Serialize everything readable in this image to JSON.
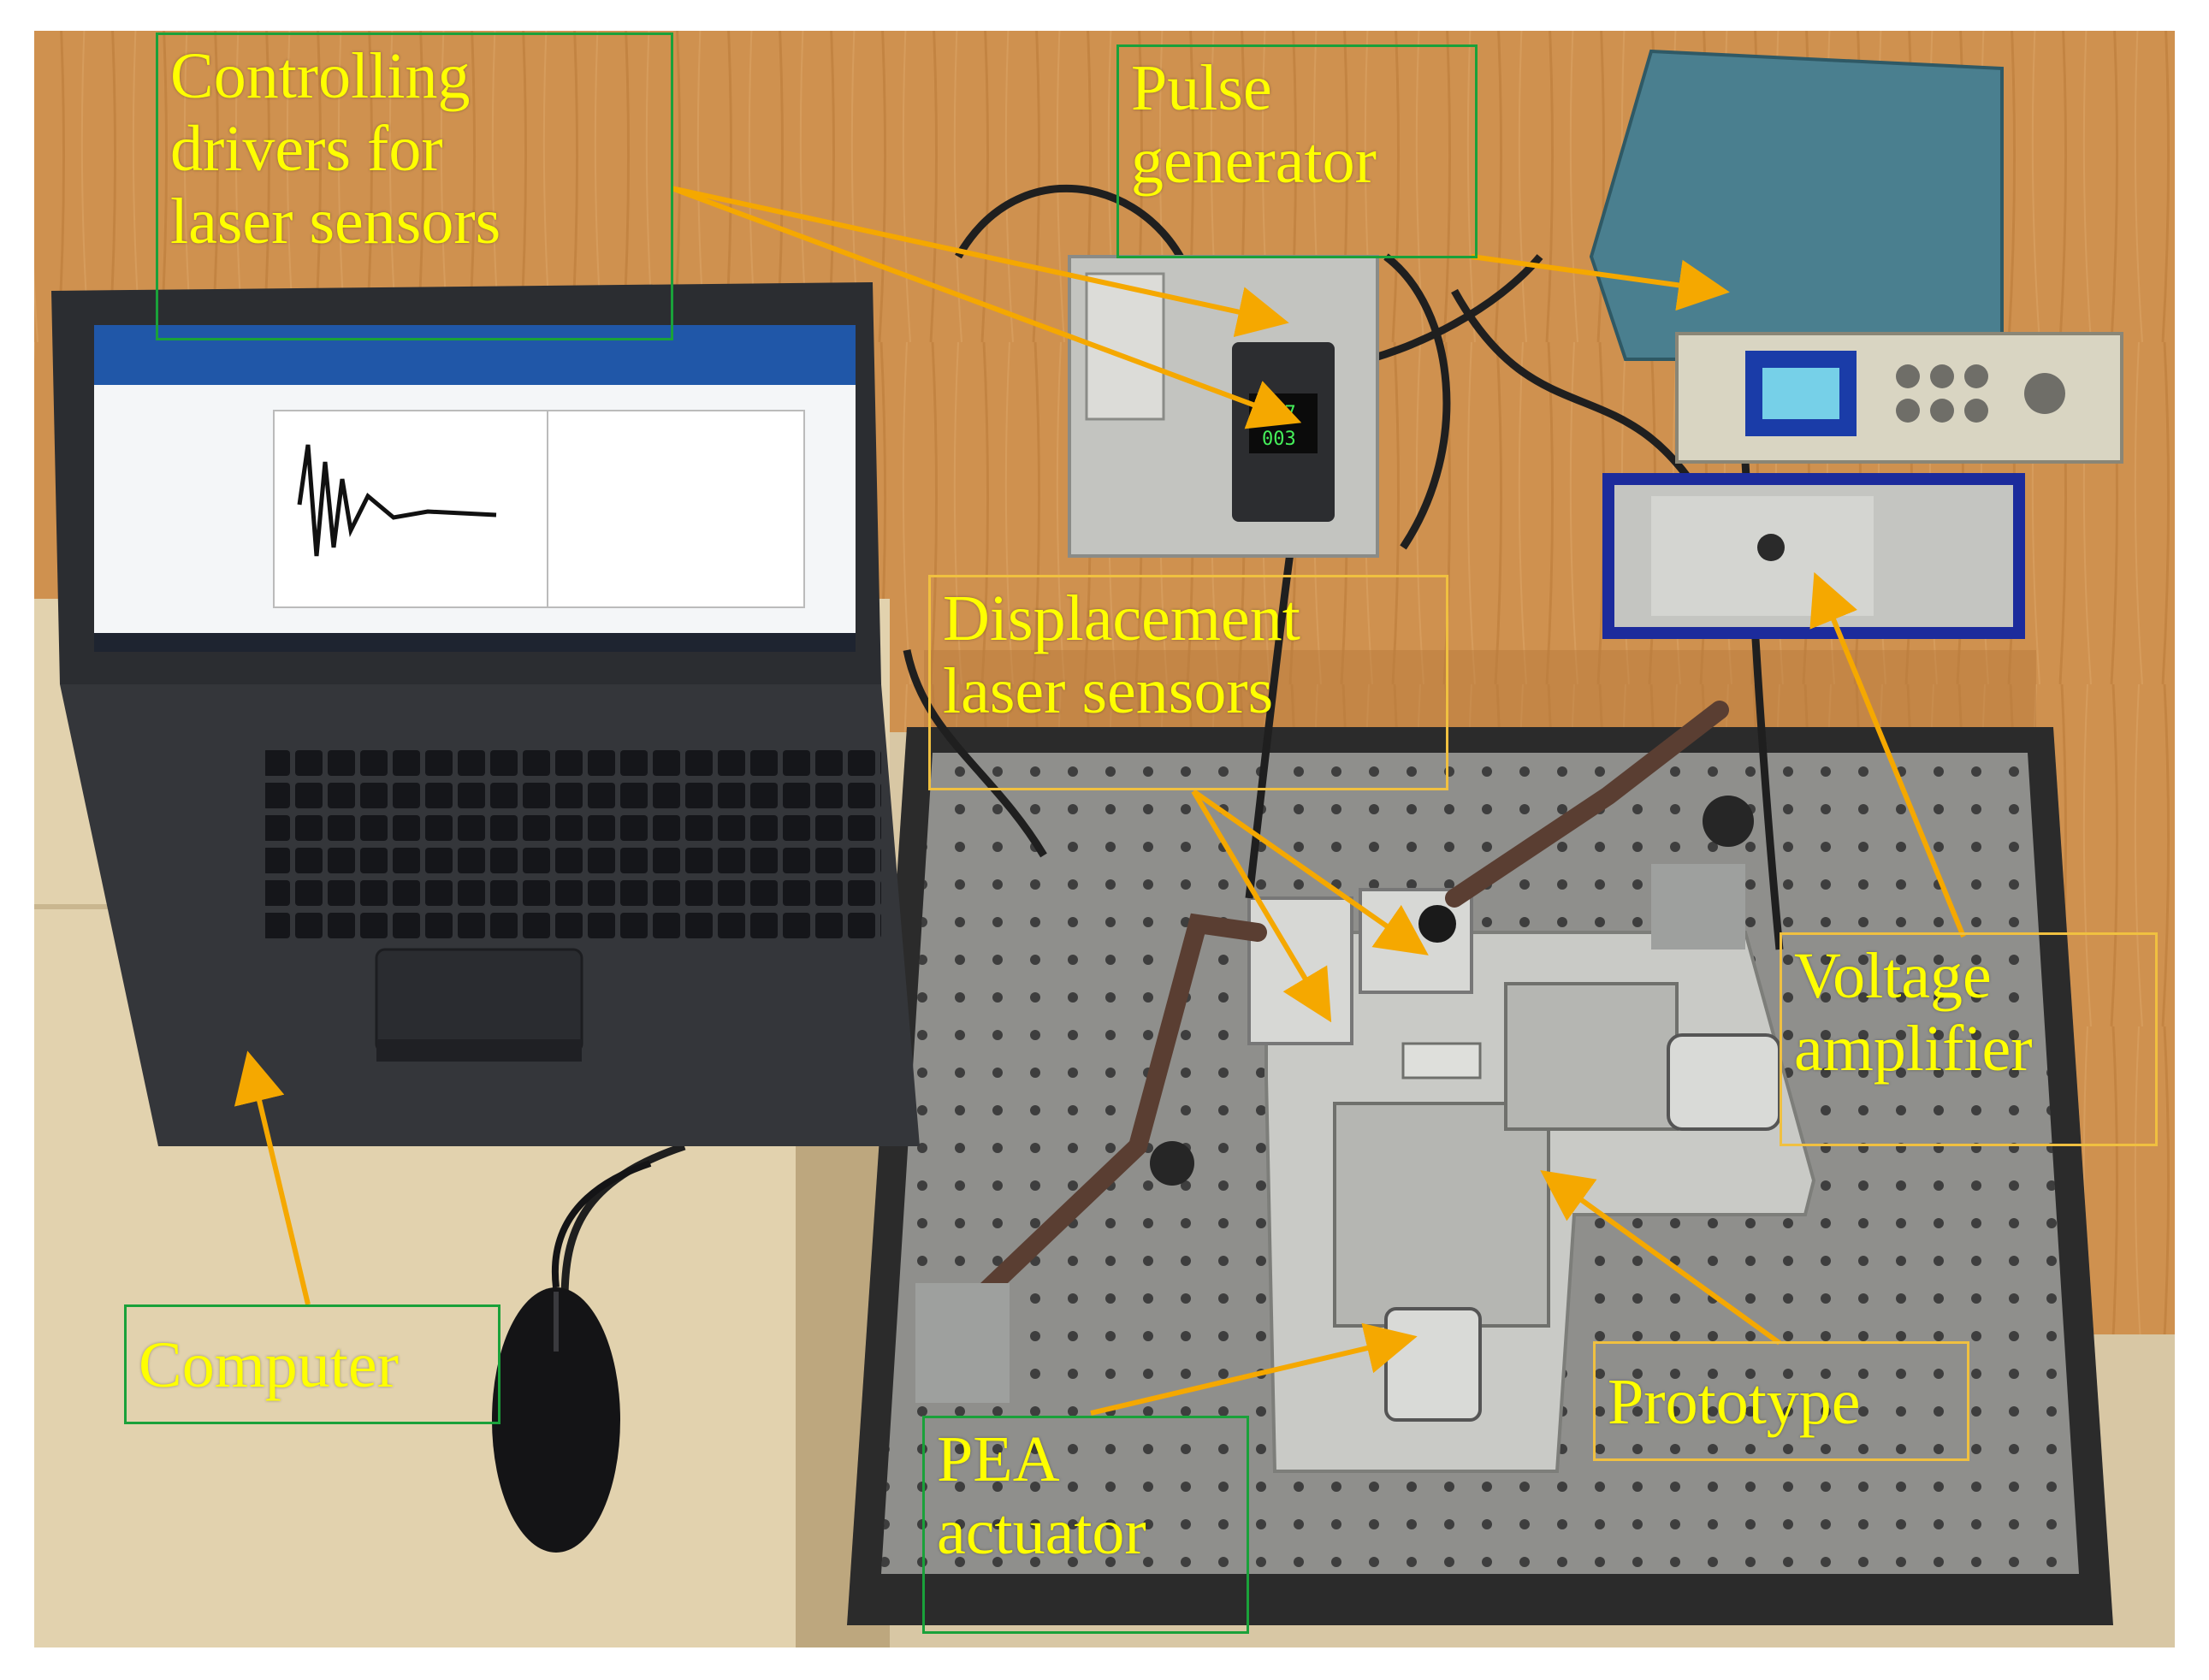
{
  "labels": {
    "controlling_drivers": [
      "Controlling",
      "drivers for",
      "laser sensors"
    ],
    "pulse_generator": [
      "Pulse",
      "generator"
    ],
    "displacement_sensors": [
      "Displacement",
      "laser sensors"
    ],
    "voltage_amplifier": [
      "Voltage",
      "amplifier"
    ],
    "computer": [
      "Computer"
    ],
    "prototype": [
      "Prototype"
    ],
    "pea_actuator": [
      "PEA",
      "actuator"
    ]
  },
  "colors": {
    "label_text": "#ffff00",
    "box_green": "#1aa13a",
    "box_amber": "#f0c040",
    "arrow": "#f5a800",
    "wood": "#c98a4a",
    "optical_table": "#8a8a88",
    "laptop": "#2b2d31"
  },
  "icons": [
    "laptop",
    "computer-mouse",
    "pulse-generator",
    "voltage-amplifier",
    "controller-box",
    "optical-breadboard",
    "prototype-stage",
    "laser-sensor",
    "pea-actuator",
    "magnetic-arm"
  ]
}
